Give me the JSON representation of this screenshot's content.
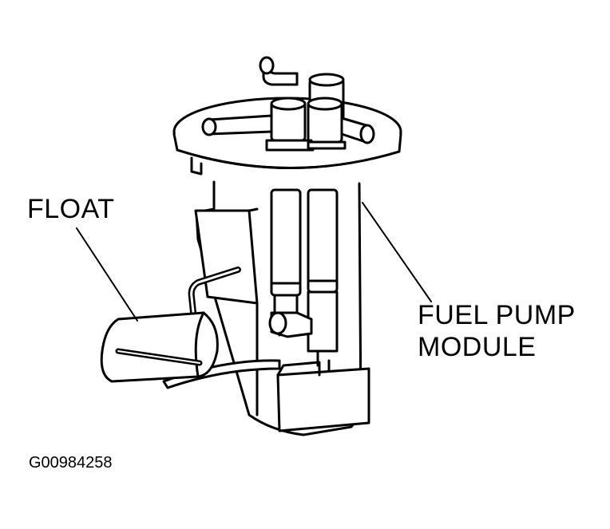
{
  "labels": {
    "float": "FLOAT",
    "fuel_pump_module_line1": "FUEL PUMP",
    "fuel_pump_module_line2": "MODULE"
  },
  "figure_id": "G00984258",
  "colors": {
    "ink": "#000000",
    "paper": "#ffffff"
  }
}
